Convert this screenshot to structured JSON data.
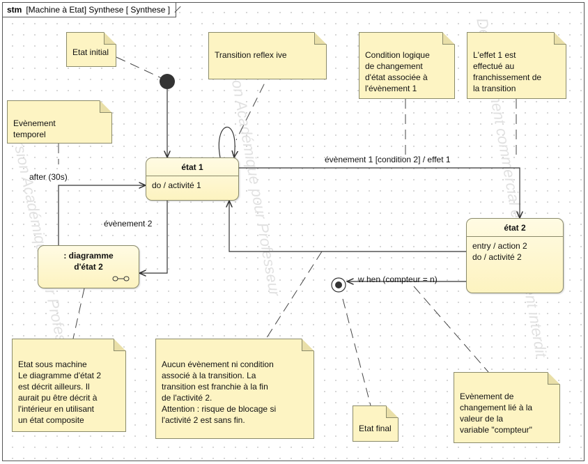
{
  "frame": {
    "keyword": "stm",
    "title": "[Machine à Etat] Synthese [ Synthese ]"
  },
  "watermark": {
    "line1": "Version Académique pour Professeur",
    "line2": "Développement commercial est strictement interdit"
  },
  "states": {
    "etat1": {
      "name": "état 1",
      "body": "do / activité 1"
    },
    "etat2": {
      "name": "état 2",
      "body": "entry / action 2\ndo / activité 2"
    },
    "submachine": {
      "name": ": diagramme\nd'état 2"
    }
  },
  "transitions": {
    "after": "after (30s)",
    "evenement2": "évènement 2",
    "evenement1": "évènement 1 [condition 2] / effet 1",
    "when": "w hen (compteur = n)"
  },
  "notes": {
    "etat_initial": "Etat initial",
    "transition_reflexive": "Transition reflex ive",
    "condition_logique": "Condition logique\nde changement\nd'état associée à\nl'évènement 1",
    "effet": "L'effet 1 est\neffectué au\nfranchissement de\nla transition",
    "evenement_temporel": "Evènement\ntemporel",
    "etat_sous_machine": "Etat sous machine\nLe diagramme d'état 2\nest décrit ailleurs. Il\naurait pu être décrit à\nl'intérieur en utilisant\nun état composite",
    "aucun_evenement": "Aucun évènement ni condition\nassocié à la transition. La\ntransition est franchie à la fin\nde l'activité 2.\nAttention : risque de blocage si\nl'activité 2 est sans fin.",
    "etat_final": "Etat final",
    "evenement_changement": "Evènement de\nchangement lié à la\nvaleur de la\nvariable \"compteur\""
  }
}
